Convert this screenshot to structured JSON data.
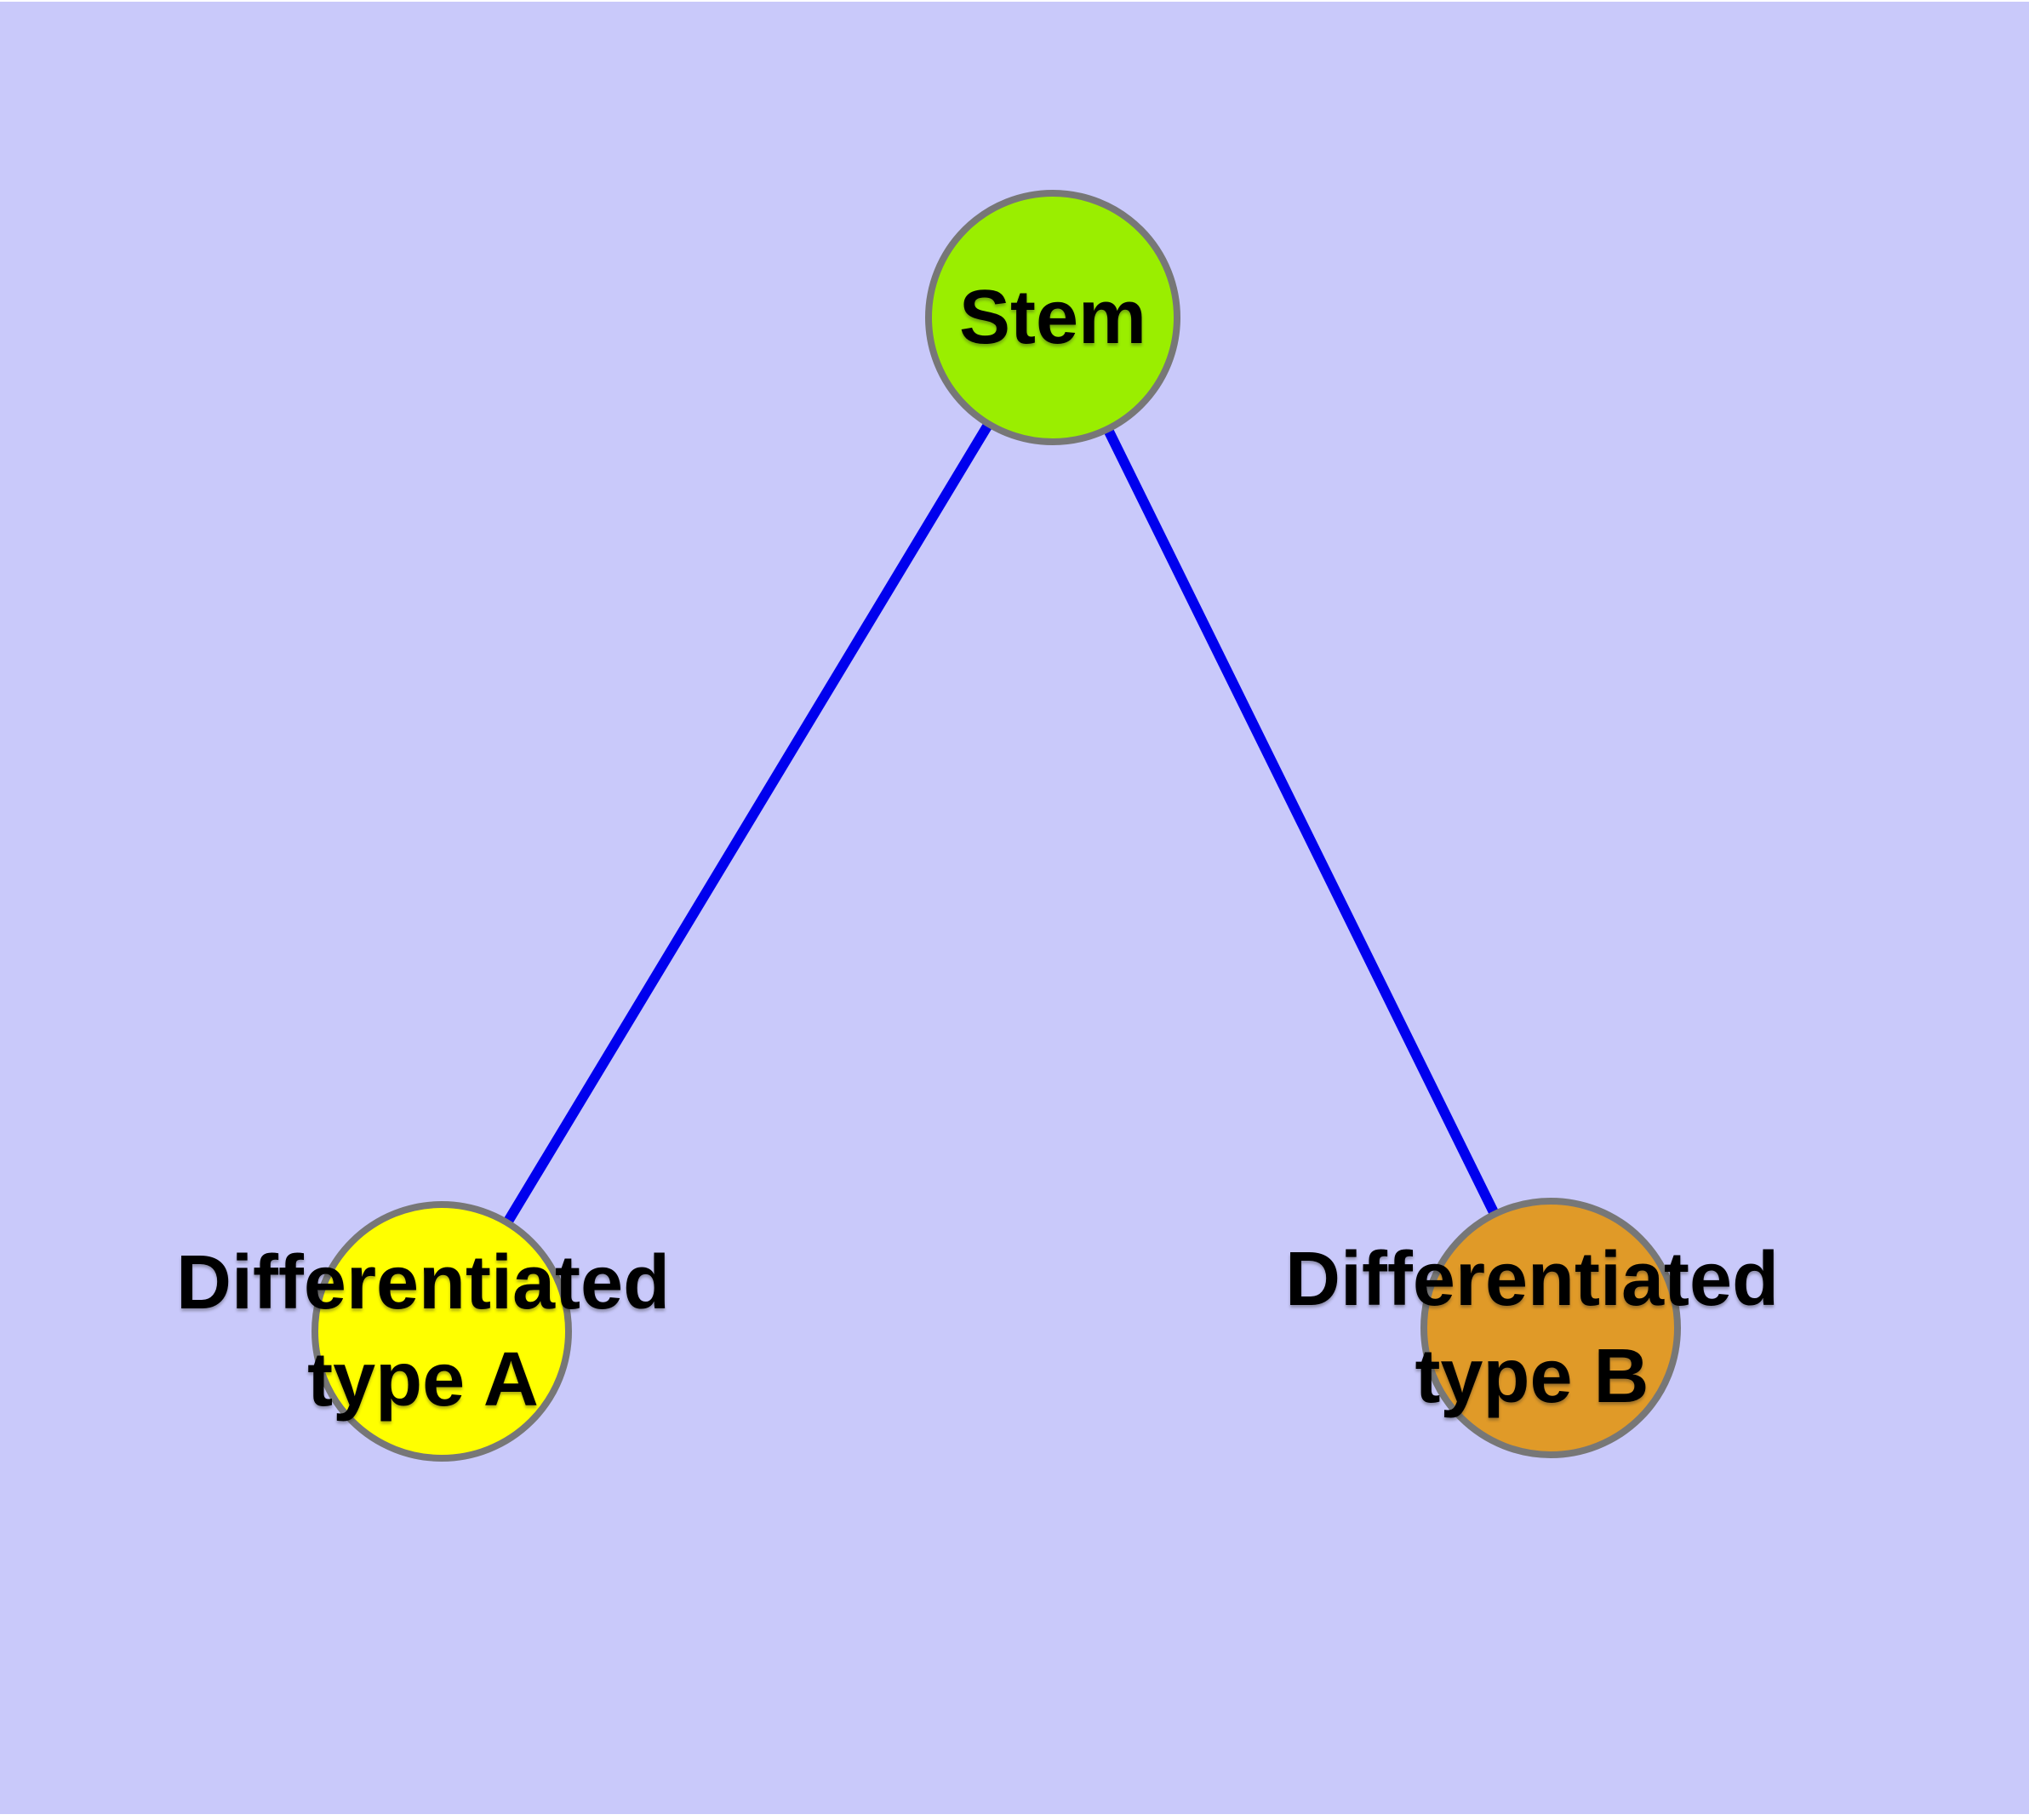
{
  "colors": {
    "background": "#C9C9FA",
    "node_border": "#777777",
    "edge": "#0000EE",
    "label_text": "#000000"
  },
  "nodes": {
    "stem": {
      "label": "Stem",
      "fill": "#9AEE00"
    },
    "type_a": {
      "label": "Differentiated\ntype A",
      "fill": "#FFFF00"
    },
    "type_b": {
      "label": "Differentiated\ntype B",
      "fill": "#E09A28"
    }
  },
  "edges": [
    {
      "from": "Stem",
      "to": "Differentiated type A"
    },
    {
      "from": "Stem",
      "to": "Differentiated type B"
    }
  ]
}
